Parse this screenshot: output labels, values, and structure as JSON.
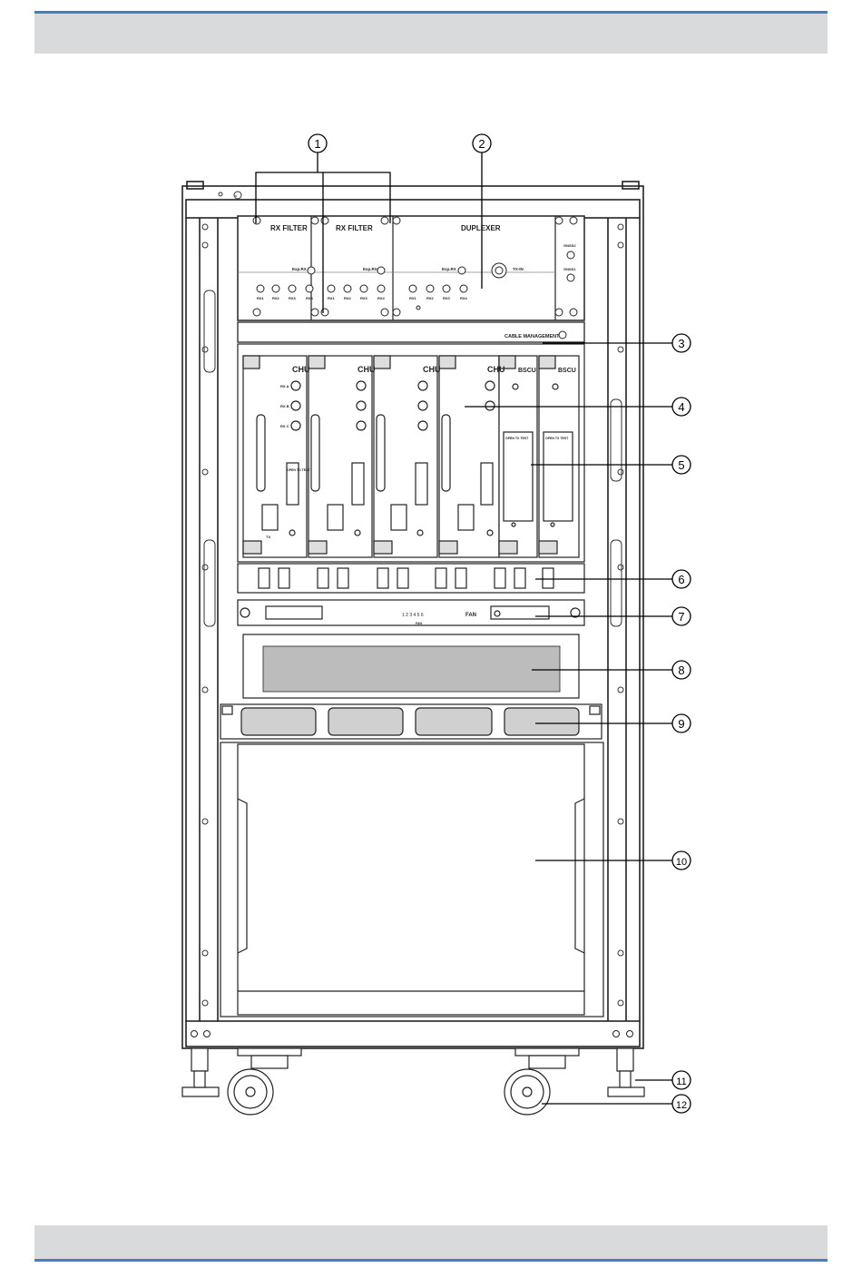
{
  "header": {
    "band": ""
  },
  "footer": {
    "band": ""
  },
  "panel": {
    "rx_filter_1": "RX FILTER",
    "rx_filter_2": "RX FILTER",
    "duplexer": "DUPLEXER",
    "exp_rx_1": "Exp.RX",
    "exp_rx_2": "Exp.RX",
    "exp_rx_3": "Exp.RX",
    "tx_in": "TX-IN",
    "rx_ports_1": [
      "RX1",
      "RX2",
      "RX3",
      "RX4"
    ],
    "rx_ports_2": [
      "RX1",
      "RX2",
      "RX3",
      "RX4"
    ],
    "rx_ports_3": [
      "RX1",
      "RX2",
      "RX3",
      "RX4"
    ],
    "gnss_1": "GNSS2",
    "gnss_2": "GNSS1",
    "cable_management": "CABLE MANAGEMENT",
    "chu_label": "CHU",
    "bscu_label": "BSCU",
    "rx_a": "RX A",
    "rx_b": "RX B",
    "rx_c": "RX C",
    "open_to_test": "OPEN TO TEST",
    "open_tx_test": "OPEN TX TEST",
    "tx": "TX",
    "fan_label": "FAN",
    "fan_numbers": "1 2 3 4 5 6",
    "fan_sub": "FAN"
  },
  "callouts": [
    "1",
    "2",
    "3",
    "4",
    "5",
    "6",
    "7",
    "8",
    "9",
    "10",
    "11",
    "12"
  ]
}
